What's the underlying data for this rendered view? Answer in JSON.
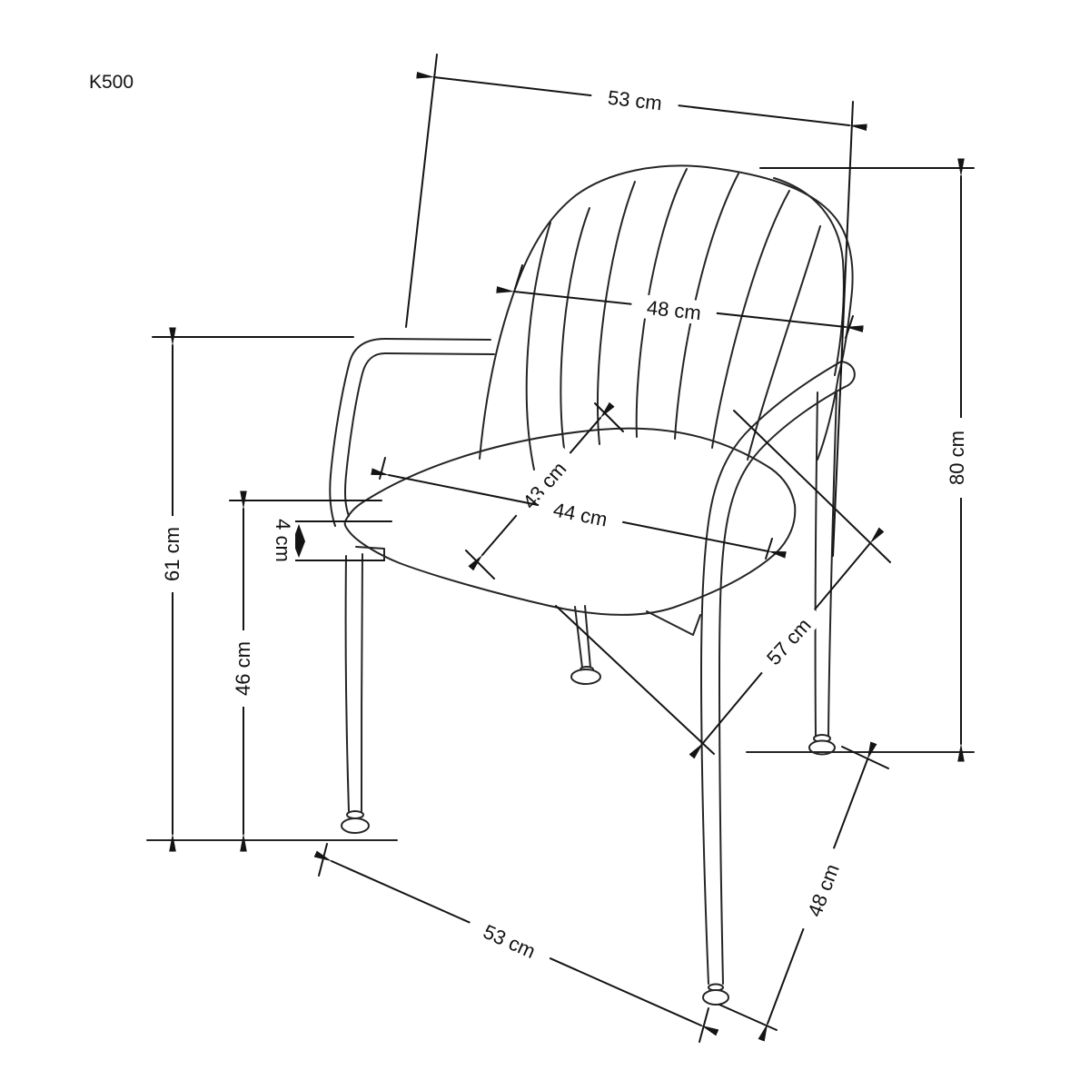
{
  "drawing": {
    "model": "K500",
    "unit": "cm",
    "type": "furniture-dimension-diagram",
    "subject": "armchair with shell backrest, round seat cushion and four tubular legs",
    "line_color": "#1f1f1f",
    "background": "#ffffff"
  },
  "dimensions": {
    "seat_top_width": {
      "label": "53 cm",
      "value": 53,
      "location": "top, overall width across armrests"
    },
    "backrest_width": {
      "label": "48 cm",
      "value": 48,
      "location": "across backrest shell"
    },
    "overall_height": {
      "label": "80 cm",
      "value": 80,
      "location": "right side, backrest top to floor"
    },
    "armrest_height": {
      "label": "61 cm",
      "value": 61,
      "location": "left side, armrest top to floor"
    },
    "seat_height": {
      "label": "46 cm",
      "value": 46,
      "location": "left side, seat top to floor"
    },
    "seat_thickness": {
      "label": "4 cm",
      "value": 4,
      "location": "seat cushion edge thickness"
    },
    "seat_depth": {
      "label": "43 cm",
      "value": 43,
      "location": "diagonal across seat"
    },
    "seat_width": {
      "label": "44 cm",
      "value": 44,
      "location": "across seat cushion"
    },
    "depth_span": {
      "label": "57 cm",
      "value": 57,
      "location": "diagonal, seat to rear foot"
    },
    "base_depth": {
      "label": "48 cm",
      "value": 48,
      "location": "bottom right, front to rear foot"
    },
    "base_width": {
      "label": "53 cm",
      "value": 53,
      "location": "bottom, between front feet"
    }
  }
}
